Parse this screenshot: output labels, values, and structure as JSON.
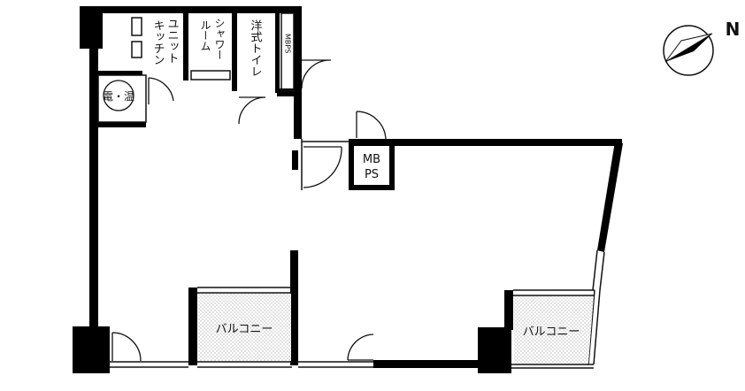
{
  "compass": {
    "label": "N"
  },
  "rooms": {
    "unit_kitchen": {
      "line1": "ユニット",
      "line2": "キッチン"
    },
    "shower_room": {
      "line1": "シャワー",
      "line2": "ルーム"
    },
    "western_toilet": {
      "label": "洋式トイレ"
    },
    "mbps_small": {
      "label": "MBPS"
    },
    "mbps_large": {
      "line1": "MB",
      "line2": "PS"
    },
    "water_heater": {
      "label": "電・温"
    },
    "balcony_left": {
      "label": "バルコニー"
    },
    "balcony_right": {
      "label": "バルコニー"
    }
  },
  "colors": {
    "wall": "#000000",
    "hatch": "#9a9a9a",
    "line": "#111111"
  }
}
